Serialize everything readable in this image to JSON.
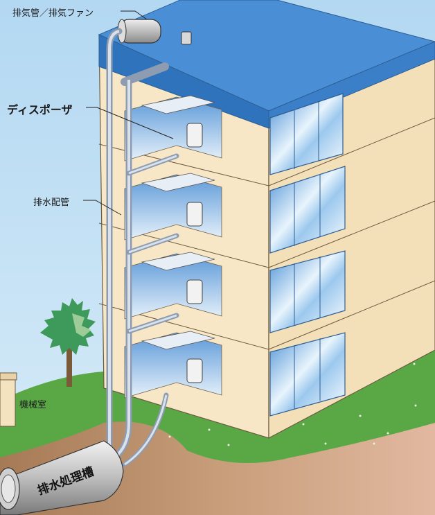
{
  "labels": {
    "exhaust": "排気管／排気ファン",
    "disposer": "ディスポーザ",
    "drain_pipe": "排水配管",
    "machine_room": "機械室",
    "treatment_tank": "排水処理槽"
  },
  "colors": {
    "sky": "#bfe0f5",
    "roof": "#4a8fd6",
    "wall": "#f7e7c6",
    "wall_side": "#efdcb5",
    "grass": "#5aa845",
    "soil": "#b98f68",
    "pipe": "#aab8c8",
    "tree": "#3e9a5a"
  }
}
